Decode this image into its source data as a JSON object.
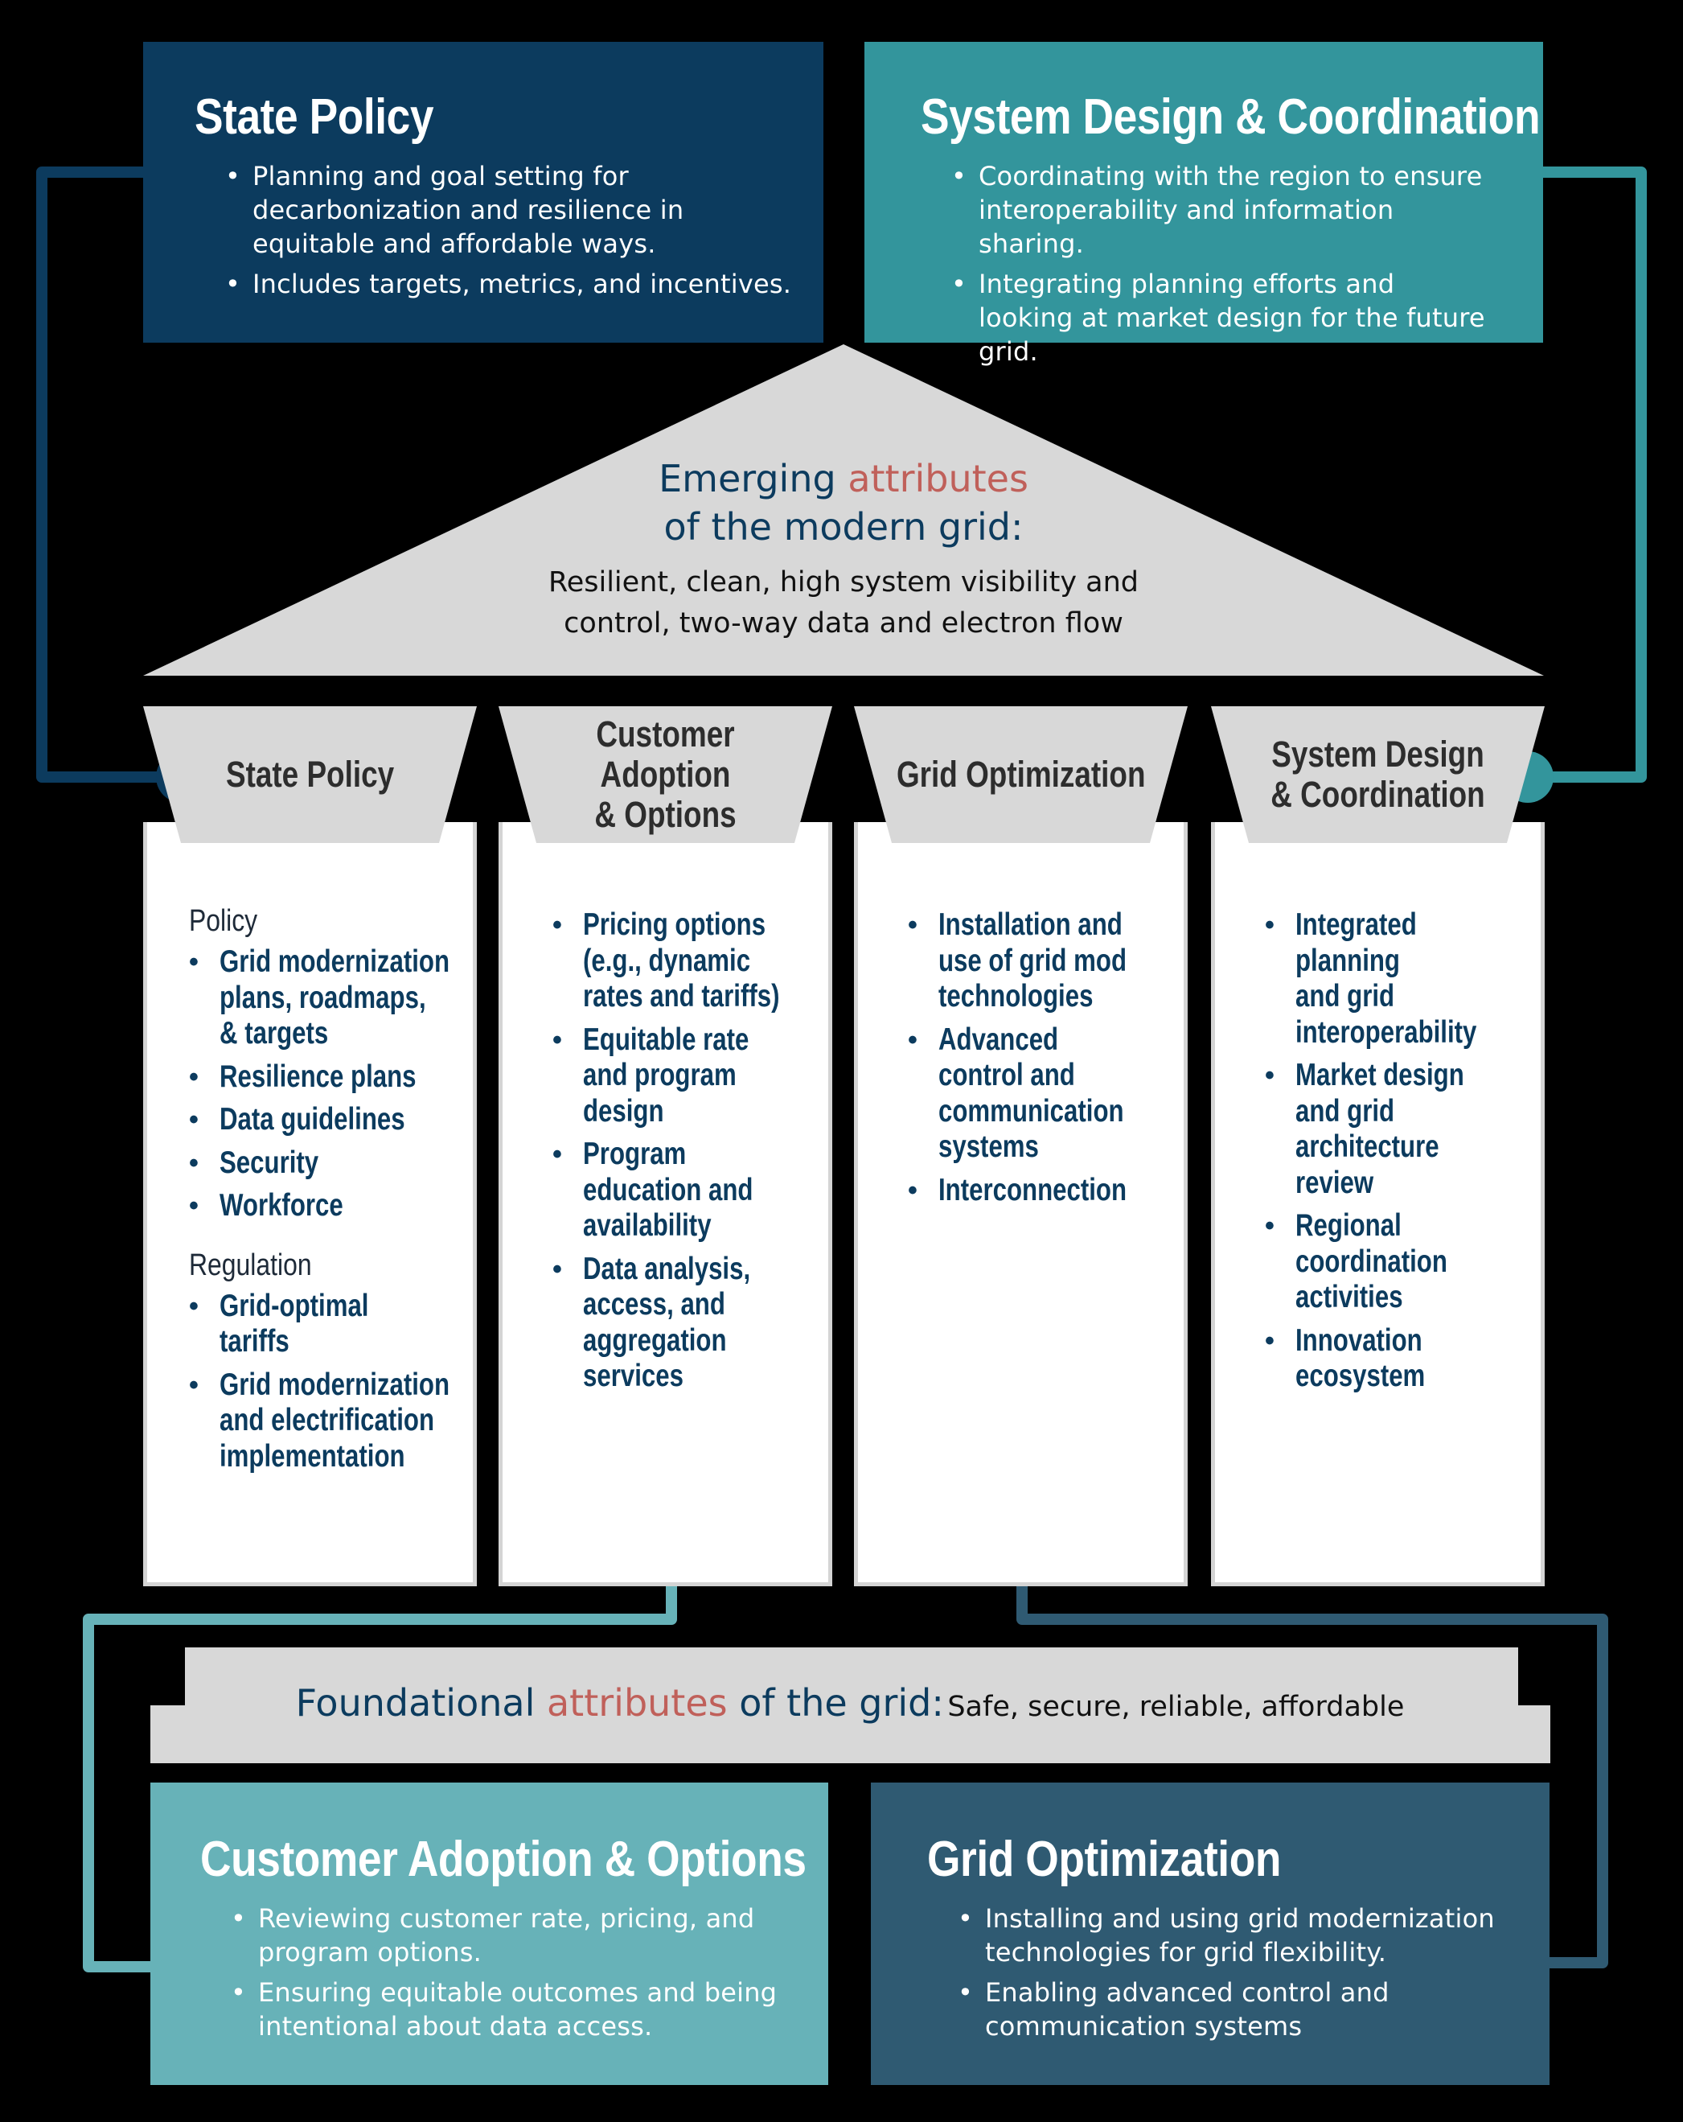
{
  "top_boxes": {
    "state_policy": {
      "title": "State Policy",
      "bullets": [
        "Planning and goal setting for decarbonization and resilience in equitable and affordable ways.",
        "Includes targets, metrics, and incentives."
      ]
    },
    "system_design": {
      "title": "System Design & Coordination",
      "bullets": [
        "Coordinating with the region to ensure interoperability and information sharing.",
        "Integrating planning efforts and looking at market design for the future grid."
      ]
    }
  },
  "roof": {
    "title_part1": "Emerging ",
    "title_accent": "attributes",
    "title_part2": "of the modern grid:",
    "description_line1": "Resilient, clean, high system visibility and",
    "description_line2": "control, two-way data and electron flow"
  },
  "pillars": [
    {
      "title": "State Policy",
      "sections": [
        {
          "heading": "Policy",
          "items": [
            "Grid modernization\nplans, roadmaps,\n& targets",
            "Resilience plans",
            "Data guidelines",
            "Security",
            "Workforce"
          ]
        },
        {
          "heading": "Regulation",
          "items": [
            "Grid-optimal\ntariffs",
            "Grid modernization\nand electrification\nimplementation"
          ]
        }
      ]
    },
    {
      "title": "Customer Adoption\n& Options",
      "sections": [
        {
          "heading": "",
          "items": [
            "Pricing options\n(e.g., dynamic\nrates and tariffs)",
            "Equitable rate\nand program\ndesign",
            "Program\neducation and\navailability",
            "Data analysis,\naccess, and\naggregation\nservices"
          ]
        }
      ]
    },
    {
      "title": "Grid Optimization",
      "sections": [
        {
          "heading": "",
          "items": [
            "Installation and\nuse of grid mod\ntechnologies",
            "Advanced\ncontrol and\ncommunication\nsystems",
            "Interconnection"
          ]
        }
      ]
    },
    {
      "title": "System Design\n& Coordination",
      "sections": [
        {
          "heading": "",
          "items": [
            "Integrated\nplanning\nand grid\ninteroperability",
            "Market design\nand grid\narchitecture\nreview",
            "Regional\ncoordination\nactivities",
            "Innovation\necosystem"
          ]
        }
      ]
    }
  ],
  "foundation": {
    "title_part1": "Foundational ",
    "title_accent": "attributes",
    "title_part2": " of the grid:",
    "description": "Safe, secure, reliable, affordable"
  },
  "bottom_boxes": {
    "customer_adoption": {
      "title": "Customer Adoption & Options",
      "bullets": [
        "Reviewing customer rate, pricing, and program options.",
        "Ensuring equitable outcomes and being intentional about data access."
      ]
    },
    "grid_optimization": {
      "title": "Grid Optimization",
      "bullets": [
        "Installing and using grid modernization technologies for grid flexibility.",
        "Enabling advanced control and communication systems"
      ]
    }
  },
  "colors": {
    "navy": "#0c3b5e",
    "teal": "#33959c",
    "light_teal": "#67b2b8",
    "slate": "#2f5a72",
    "gray": "#d8d8d8",
    "accent": "#c0605a"
  }
}
